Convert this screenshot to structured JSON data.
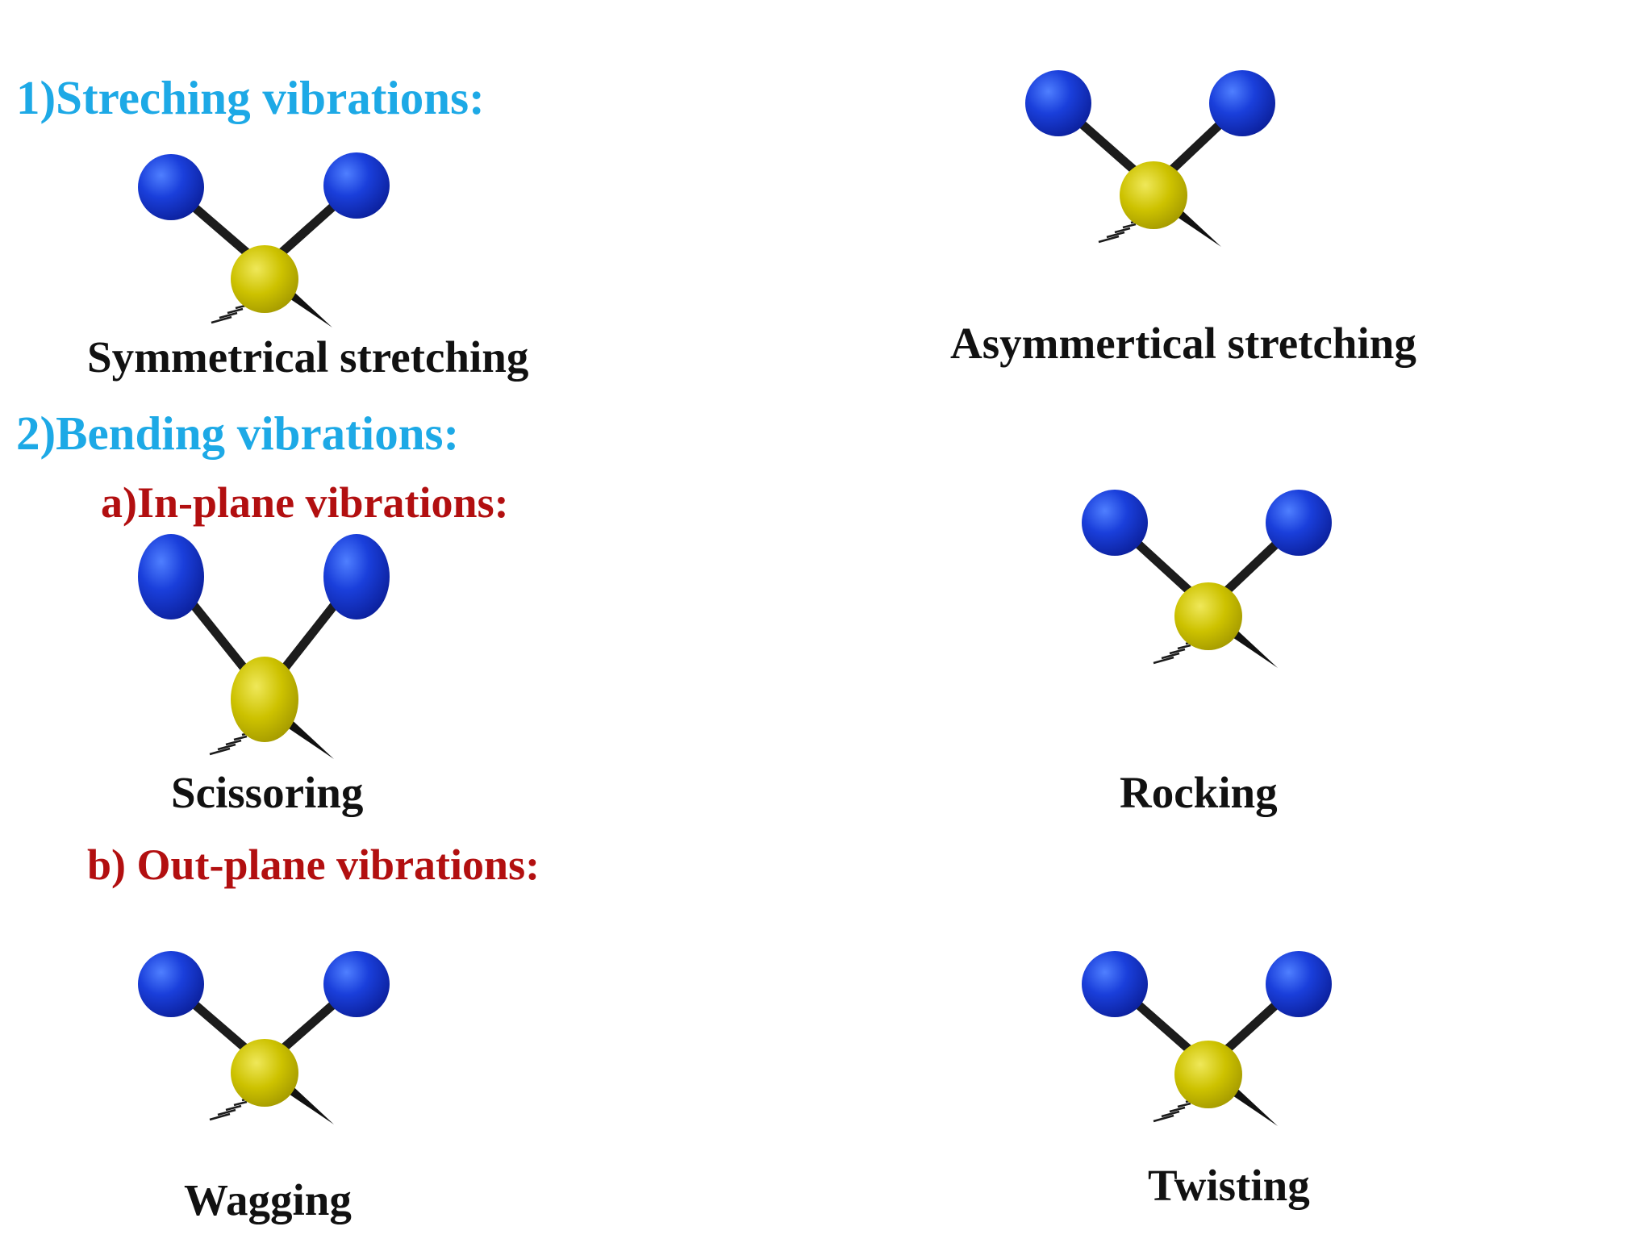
{
  "colors": {
    "section_heading": "#1da9e6",
    "subsection_heading": "#b20f10",
    "outer_atom": "#1434c8",
    "central_atom": "#cfc400",
    "bond": "#1c1c1c"
  },
  "sections": {
    "stretching": {
      "heading": "1)Streching vibrations:",
      "modes": [
        {
          "label": "Symmetrical stretching"
        },
        {
          "label": "Asymmertical stretching"
        }
      ]
    },
    "bending": {
      "heading": "2)Bending vibrations:",
      "in_plane": {
        "heading": "a)In-plane vibrations:",
        "modes": [
          {
            "label": "Scissoring"
          },
          {
            "label": "Rocking"
          }
        ]
      },
      "out_plane": {
        "heading": "b) Out-plane vibrations:",
        "modes": [
          {
            "label": "Wagging"
          },
          {
            "label": "Twisting"
          }
        ]
      }
    }
  }
}
